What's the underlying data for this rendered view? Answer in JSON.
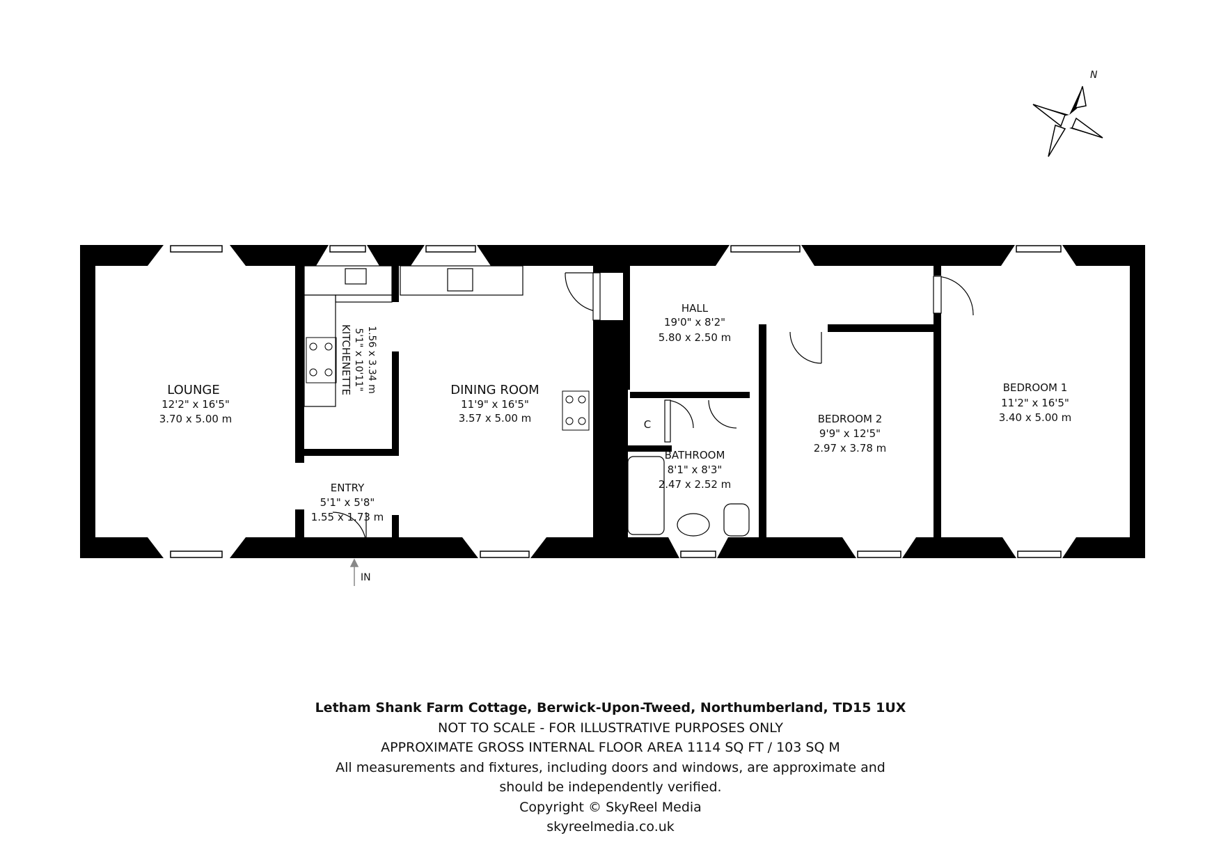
{
  "compass": {
    "label": "N"
  },
  "rooms": {
    "lounge": {
      "name": "LOUNGE",
      "imperial": "12'2\" x 16'5\"",
      "metric": "3.70 x 5.00 m"
    },
    "kitchenette": {
      "name": "KITCHENETTE",
      "imperial": "5'1\" x 10'11\"",
      "metric": "1.56 x 3.34 m"
    },
    "dining": {
      "name": "DINING ROOM",
      "imperial": "11'9\" x 16'5\"",
      "metric": "3.57 x 5.00 m"
    },
    "hall": {
      "name": "HALL",
      "imperial": "19'0\" x 8'2\"",
      "metric": "5.80 x 2.50 m"
    },
    "cupboard": {
      "name": "C"
    },
    "bathroom": {
      "name": "BATHROOM",
      "imperial": "8'1\" x 8'3\"",
      "metric": "2.47 x 2.52 m"
    },
    "bedroom2": {
      "name": "BEDROOM 2",
      "imperial": "9'9\" x 12'5\"",
      "metric": "2.97 x 3.78 m"
    },
    "bedroom1": {
      "name": "BEDROOM 1",
      "imperial": "11'2\" x 16'5\"",
      "metric": "3.40 x 5.00 m"
    },
    "entry": {
      "name": "ENTRY",
      "imperial": "5'1\" x 5'8\"",
      "metric": "1.55 x 1.73 m"
    }
  },
  "entrance": {
    "label": "IN"
  },
  "caption": {
    "address": "Letham Shank Farm Cottage, Berwick-Upon-Tweed, Northumberland, TD15 1UX",
    "scale_note": "NOT TO SCALE - FOR ILLUSTRATIVE PURPOSES ONLY",
    "area": "APPROXIMATE GROSS INTERNAL FLOOR AREA 1114 SQ FT / 103 SQ M",
    "disclaimer_1": "All measurements and fixtures, including doors and windows, are approximate and",
    "disclaimer_2": "should be independently verified.",
    "copyright": "Copyright © SkyReel Media",
    "website": "skyreelmedia.co.uk"
  },
  "colors": {
    "wall": "#000000",
    "background": "#ffffff",
    "fixture": "#555555"
  }
}
